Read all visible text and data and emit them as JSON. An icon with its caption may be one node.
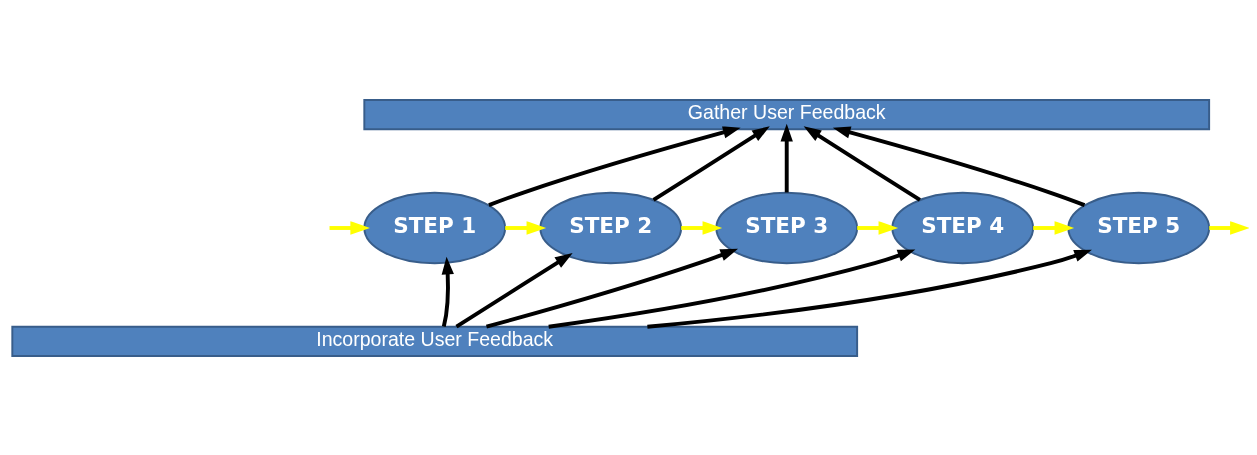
{
  "diagram": {
    "nodes": [
      {
        "text": [
          "Gather User Feedback"
        ]
      },
      {
        "text": [
          "STEP 1"
        ]
      },
      {
        "text": [
          "STEP 2"
        ]
      },
      {
        "text": [
          "STEP 3"
        ]
      },
      {
        "text": [
          "STEP 4"
        ]
      },
      {
        "text": [
          "STEP 5"
        ]
      },
      {
        "text": [
          "Incorporate User Feedback"
        ]
      }
    ],
    "edges": [
      {
        "from": null,
        "to": 1,
        "arrow": "to",
        "color": "#ffff00"
      },
      {
        "from": 1,
        "to": 2,
        "arrow": "to",
        "color": "#ffff00"
      },
      {
        "from": 2,
        "to": 3,
        "arrow": "to",
        "color": "#ffff00"
      },
      {
        "from": 3,
        "to": 4,
        "arrow": "to",
        "color": "#ffff00"
      },
      {
        "from": 4,
        "to": 5,
        "arrow": "to",
        "color": "#ffff00"
      },
      {
        "from": 5,
        "to": null,
        "arrow": "to",
        "color": "#ffff00"
      },
      {
        "from": 1,
        "to": 0,
        "arrow": "to"
      },
      {
        "from": 6,
        "to": 1,
        "arrow": "to"
      },
      {
        "from": 2,
        "to": 0,
        "arrow": "to"
      },
      {
        "from": 6,
        "to": 2,
        "arrow": "to"
      },
      {
        "from": 3,
        "to": 0,
        "arrow": "to"
      },
      {
        "from": 6,
        "to": 3,
        "arrow": "to"
      },
      {
        "from": 4,
        "to": 0,
        "arrow": "to"
      },
      {
        "from": 6,
        "to": 4,
        "arrow": "to"
      },
      {
        "from": 5,
        "to": 0,
        "arrow": "to"
      },
      {
        "from": 6,
        "to": 5,
        "arrow": "to"
      }
    ]
  }
}
